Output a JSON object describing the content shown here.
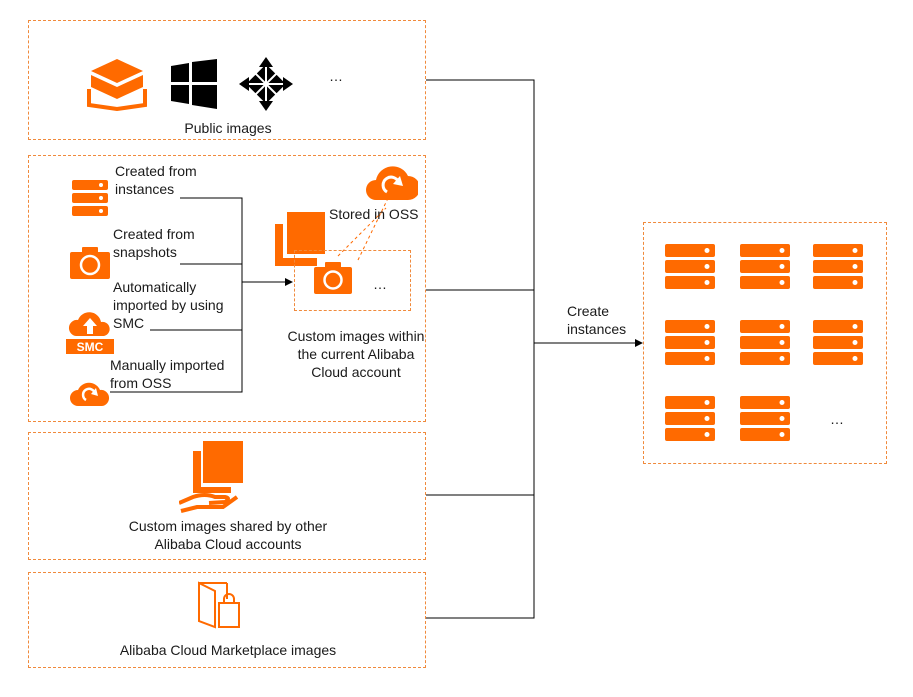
{
  "colors": {
    "accent": "#ff6a00",
    "border": "#f08a3c",
    "line": "#000000"
  },
  "public_images": {
    "label": "Public images",
    "ellipsis": "…",
    "icons": [
      "alibaba-cloud-linux-icon",
      "windows-icon",
      "centos-icon"
    ]
  },
  "custom_images": {
    "sources": [
      {
        "label_line1": "Created from",
        "label_line2": "instances",
        "icon": "server-icon"
      },
      {
        "label_line1": "Created from",
        "label_line2": "snapshots",
        "icon": "camera-icon"
      },
      {
        "label_line1": "Automatically",
        "label_line2": "imported by using",
        "label_line3": "SMC",
        "icon": "smc-upload-icon"
      },
      {
        "label_line1": "Manually imported",
        "label_line2": "from OSS",
        "icon": "oss-cloud-icon"
      }
    ],
    "stored_label": "Stored in OSS",
    "ellipsis": "…",
    "caption_line1": "Custom images within",
    "caption_line2": "the current Alibaba",
    "caption_line3": "Cloud account"
  },
  "shared_images": {
    "label_line1": "Custom images shared by other",
    "label_line2": "Alibaba Cloud accounts"
  },
  "marketplace_images": {
    "label": "Alibaba Cloud Marketplace images"
  },
  "create_instances": {
    "label_line1": "Create",
    "label_line2": "instances",
    "ellipsis": "…"
  }
}
